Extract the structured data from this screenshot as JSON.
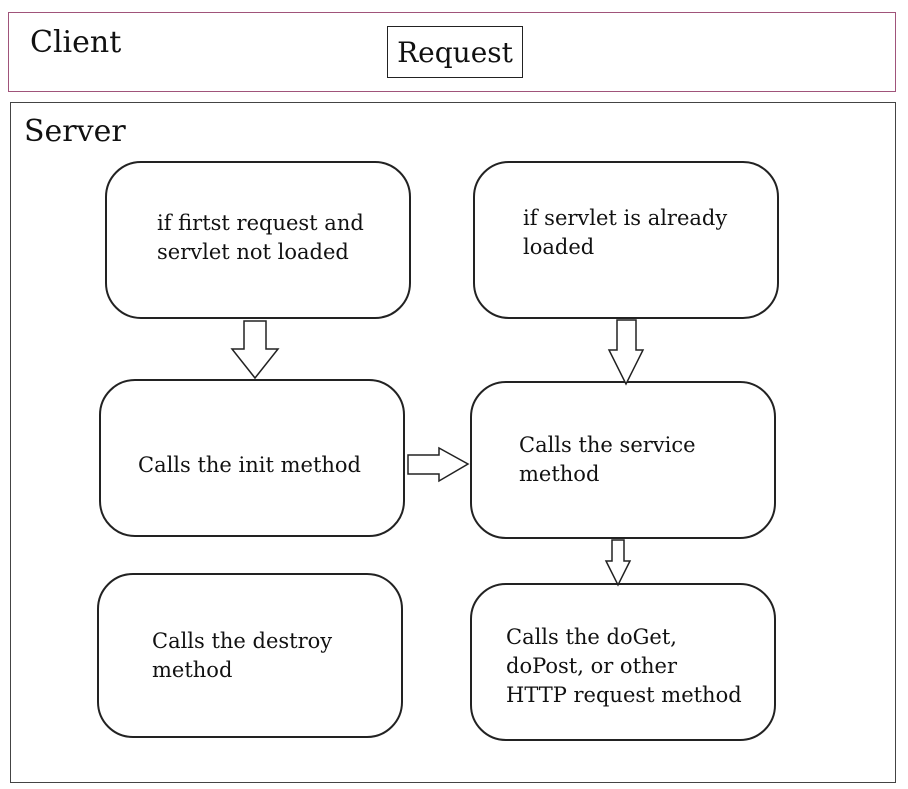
{
  "client": {
    "title": "Client",
    "request_label": "Request"
  },
  "server": {
    "title": "Server",
    "nodes": {
      "first_request": "if firtst request and\nservlet not loaded",
      "already_loaded": "if servlet is already\nloaded",
      "init": "Calls the init method",
      "service": "Calls the service\nmethod",
      "destroy": "Calls the destroy\nmethod",
      "do_methods": "Calls the doGet,\ndoPost, or other\nHTTP request method"
    }
  },
  "colors": {
    "client_border": "#a0547a",
    "server_border": "#444444",
    "stroke": "#222222"
  }
}
